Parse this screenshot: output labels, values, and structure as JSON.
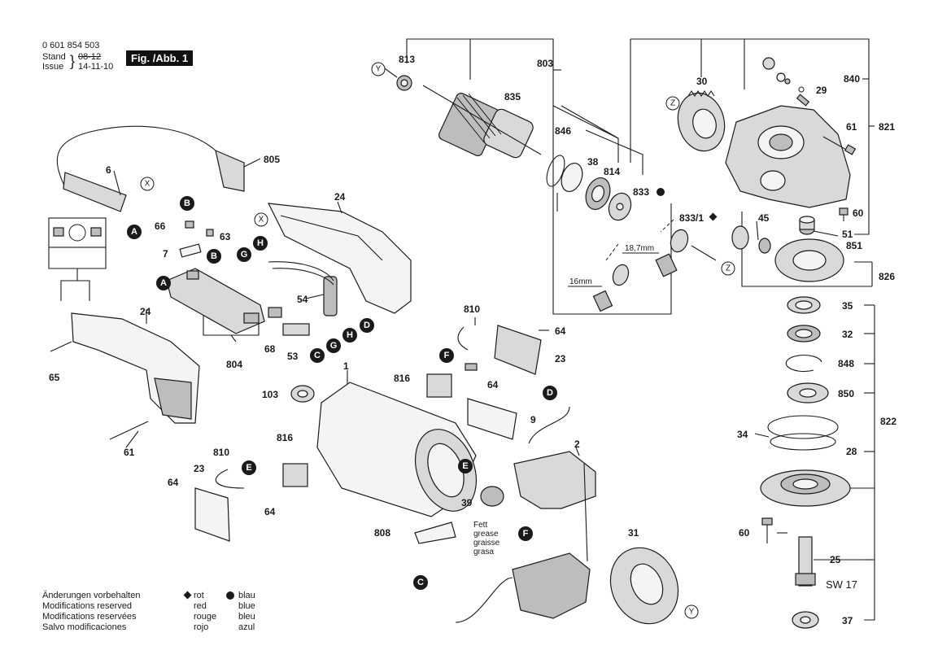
{
  "header": {
    "part_number": "0 601 854 503",
    "stand_label": "Stand",
    "issue_label": "Issue",
    "old_date": "08-12",
    "new_date": "14-11-10",
    "figure_label": "Fig. /Abb. 1"
  },
  "parts": {
    "p813": "813",
    "p803": "803",
    "p835": "835",
    "p805": "805",
    "p846": "846",
    "p38": "38",
    "p814": "814",
    "p833": "833",
    "p833_1": "833/1",
    "p30": "30",
    "p840": "840",
    "p29": "29",
    "p61a": "61",
    "p821": "821",
    "p60a": "60",
    "p45": "45",
    "p51": "51",
    "p851": "851",
    "p826": "826",
    "p6": "6",
    "p24a": "24",
    "p66": "66",
    "p63": "63",
    "p7": "7",
    "p54": "54",
    "p68": "68",
    "p804": "804",
    "p53": "53",
    "p24b": "24",
    "p65": "65",
    "p61b": "61",
    "p810a": "810",
    "p64a": "64",
    "p23a": "23",
    "p816a": "816",
    "p64b": "64",
    "p9": "9",
    "p103": "103",
    "p1": "1",
    "p2": "2",
    "p816b": "816",
    "p810b": "810",
    "p23b": "23",
    "p64c": "64",
    "p64d": "64",
    "p39": "39",
    "p808": "808",
    "p31": "31",
    "p35": "35",
    "p32": "32",
    "p848": "848",
    "p850": "850",
    "p822": "822",
    "p34": "34",
    "p28": "28",
    "p60b": "60",
    "p25": "25",
    "p37": "37"
  },
  "dimensions": {
    "d18": "18,7mm",
    "d16": "16mm",
    "sw17": "SW 17"
  },
  "grease": [
    "Fett",
    "grease",
    "graisse",
    "grasa"
  ],
  "connectors": {
    "A": "A",
    "B": "B",
    "C": "C",
    "D": "D",
    "E": "E",
    "F": "F",
    "G": "G",
    "H": "H"
  },
  "refs": {
    "X": "X",
    "Y": "Y",
    "Z": "Z"
  },
  "footer": {
    "notes": [
      "Änderungen vorbehalten",
      "Modifications reserved",
      "Modifications reservées",
      "Salvo modificaciones"
    ],
    "red_words": [
      "rot",
      "red",
      "rouge",
      "rojo"
    ],
    "blue_words": [
      "blau",
      "blue",
      "bleu",
      "azul"
    ]
  }
}
